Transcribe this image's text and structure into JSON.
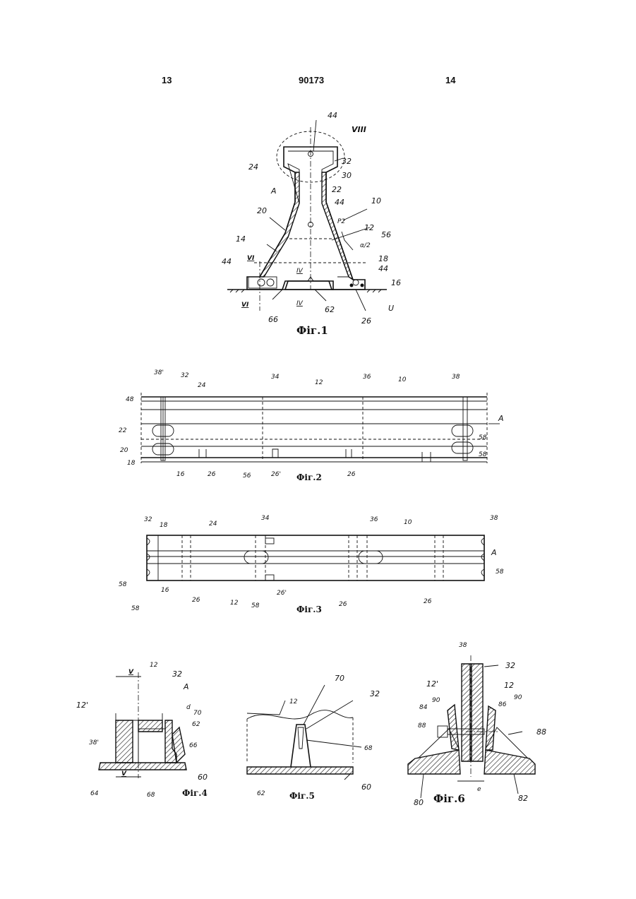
{
  "header": {
    "left_page": "13",
    "patent_number": "90173",
    "right_page": "14"
  },
  "figures": {
    "fig1": {
      "caption": "Фіг.1",
      "labels": [
        "44",
        "VIII",
        "32",
        "24",
        "30",
        "22",
        "A",
        "10",
        "44",
        "20",
        "P2",
        "12",
        "14",
        "56",
        "α/2",
        "18",
        "44",
        "VI",
        "44",
        "IV",
        "16",
        "U",
        "VI",
        "IV",
        "66",
        "62",
        "26"
      ]
    },
    "fig2": {
      "caption": "Фіг.2",
      "labels": [
        "38'",
        "32",
        "24",
        "34",
        "12",
        "36",
        "10",
        "38",
        "48",
        "22",
        "A",
        "58",
        "20",
        "58",
        "18",
        "16",
        "26",
        "56",
        "26'",
        "26"
      ]
    },
    "fig3": {
      "caption": "Фіг.3",
      "labels": [
        "32",
        "18",
        "24",
        "34",
        "36",
        "10",
        "38",
        "A",
        "58",
        "58",
        "58",
        "16",
        "26",
        "12",
        "58",
        "26'",
        "26",
        "26"
      ]
    },
    "fig4": {
      "caption": "Фіг.4",
      "labels": [
        "12",
        "V",
        "32",
        "A",
        "12'",
        "d",
        "70",
        "62",
        "38'",
        "66",
        "V",
        "60",
        "64",
        "68"
      ]
    },
    "fig5": {
      "caption": "Фіг.5",
      "labels": [
        "12",
        "70",
        "32",
        "68",
        "62",
        "60"
      ]
    },
    "fig6": {
      "caption": "Фіг.6",
      "labels": [
        "38",
        "32",
        "12'",
        "12",
        "84",
        "90",
        "86",
        "90",
        "88",
        "88",
        "80",
        "e",
        "82"
      ]
    }
  }
}
